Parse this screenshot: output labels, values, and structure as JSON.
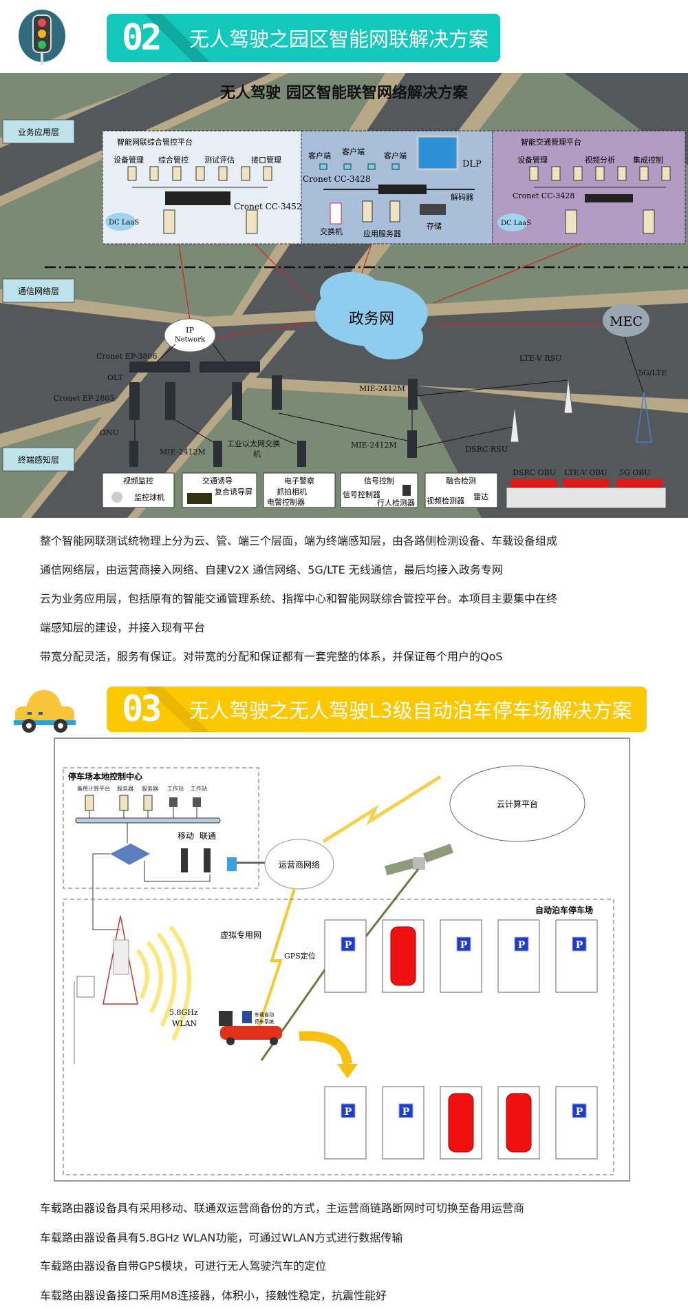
{
  "section02": {
    "number": "02",
    "title": "无人驾驶之园区智能网联解决方案",
    "color": "#13c9bc",
    "icon": "traffic-light-icon"
  },
  "diagram1": {
    "title": "无人驾驶 园区智能联智网络解决方案",
    "layers": [
      "业务应用层",
      "通信网络层",
      "终端感知层"
    ],
    "panel_left": {
      "title": "智能网联综合管控平台",
      "items": [
        "设备管理",
        "综合管控",
        "测试评估",
        "接口管理"
      ],
      "switch": "Cronet CC-3452",
      "cloud": "DC LaaS"
    },
    "panel_mid": {
      "clients": [
        "客户端",
        "客户端",
        "客户端"
      ],
      "dlp": "DLP",
      "switch": "Cronet CC-3428",
      "decoder": "解码器",
      "exchange": "交换机",
      "app_server": "应用服务器",
      "storage": "存储"
    },
    "panel_right": {
      "title": "智能交通管理平台",
      "items": [
        "设备管理",
        "视频分析",
        "集成控制"
      ],
      "switch": "Cronet CC-3428",
      "cloud": "DC LaaS"
    },
    "gov_cloud": "政务网",
    "ip_cloud": [
      "IP",
      "Network"
    ],
    "mec": "MEC",
    "devices": {
      "olt_model": "Cronet EP-3806",
      "olt": "OLT",
      "onu_model": "Cronet EP-2805",
      "onu": "ONU",
      "mie1": "MIE-2412M",
      "mie2": "MIE-2412M",
      "mie3": "MIE-2412M",
      "ind_switch": [
        "工业以太网交换",
        "机"
      ],
      "ltev_rsu": "LTE-V RSU",
      "dsrc_rsu": "DSRC RSU",
      "g5": "5G/LTE"
    },
    "terminals": [
      {
        "title": "视频监控",
        "items": [
          "监控球机"
        ]
      },
      {
        "title": "交通诱导",
        "items": [
          "复合诱导屏"
        ]
      },
      {
        "title": "电子警察",
        "items": [
          "抓拍相机",
          "电警控制器"
        ]
      },
      {
        "title": "信号控制",
        "items": [
          "信号控制器",
          "行人检测器"
        ]
      },
      {
        "title": "融合检测",
        "items": [
          "视频检测器",
          "雷达"
        ]
      }
    ],
    "obu": [
      "DSRC OBU",
      "LTE-V OBU",
      "5G OBU"
    ]
  },
  "paragraphs1": [
    "整个智能网联测试统物理上分为云、管、端三个层面，端为终端感知层，由各路侧检测设备、车载设备组成",
    "通信网络层，由运营商接入网络、自建V2X 通信网络、5G/LTE 无线通信，最后均接入政务专网",
    "云为业务应用层，包括原有的智能交通管理系统、指挥中心和智能网联综合管控平台。本项目主要集中在终",
    "端感知层的建设，并接入现有平台",
    "带宽分配灵活，服务有保证。对带宽的分配和保证都有一套完整的体系，并保证每个用户的QoS"
  ],
  "section03": {
    "number": "03",
    "title": "无人驾驶之无人驾驶L3级自动泊车停车场解决方案",
    "color": "#fcc800",
    "icon": "car-icon"
  },
  "diagram2": {
    "control_center": "停车场本地控制中心",
    "servers": [
      "备用计算平台",
      "服务器",
      "服务器",
      "工作站",
      "工作站"
    ],
    "carriers": [
      "移动",
      "联通"
    ],
    "carrier_net": "运营商网络",
    "cloud": "云计算平台",
    "vpn": "虚拟专用网",
    "gps": "GPS定位",
    "wlan": [
      "5.8GHz",
      "WLAN"
    ],
    "vehicle_system": [
      "车载自动",
      "停车系统"
    ],
    "parking_lot": "自动泊车停车场",
    "parking_sign": "P",
    "top_row": [
      "free",
      "occupied",
      "free",
      "free",
      "free"
    ],
    "bottom_row": [
      "free",
      "free",
      "occupied",
      "occupied",
      "free"
    ]
  },
  "paragraphs2": [
    "车载路由器设备具有采用移动、联通双运营商备份的方式，主运营商链路断网时可切换至备用运营商",
    "车载路由器设备具有5.8GHz WLAN功能，可通过WLAN方式进行数据传输",
    "车载路由器设备自带GPS模块，可进行无人驾驶汽车的定位",
    "车载路由器设备接口采用M8连接器，体积小，接触性稳定，抗震性能好"
  ]
}
